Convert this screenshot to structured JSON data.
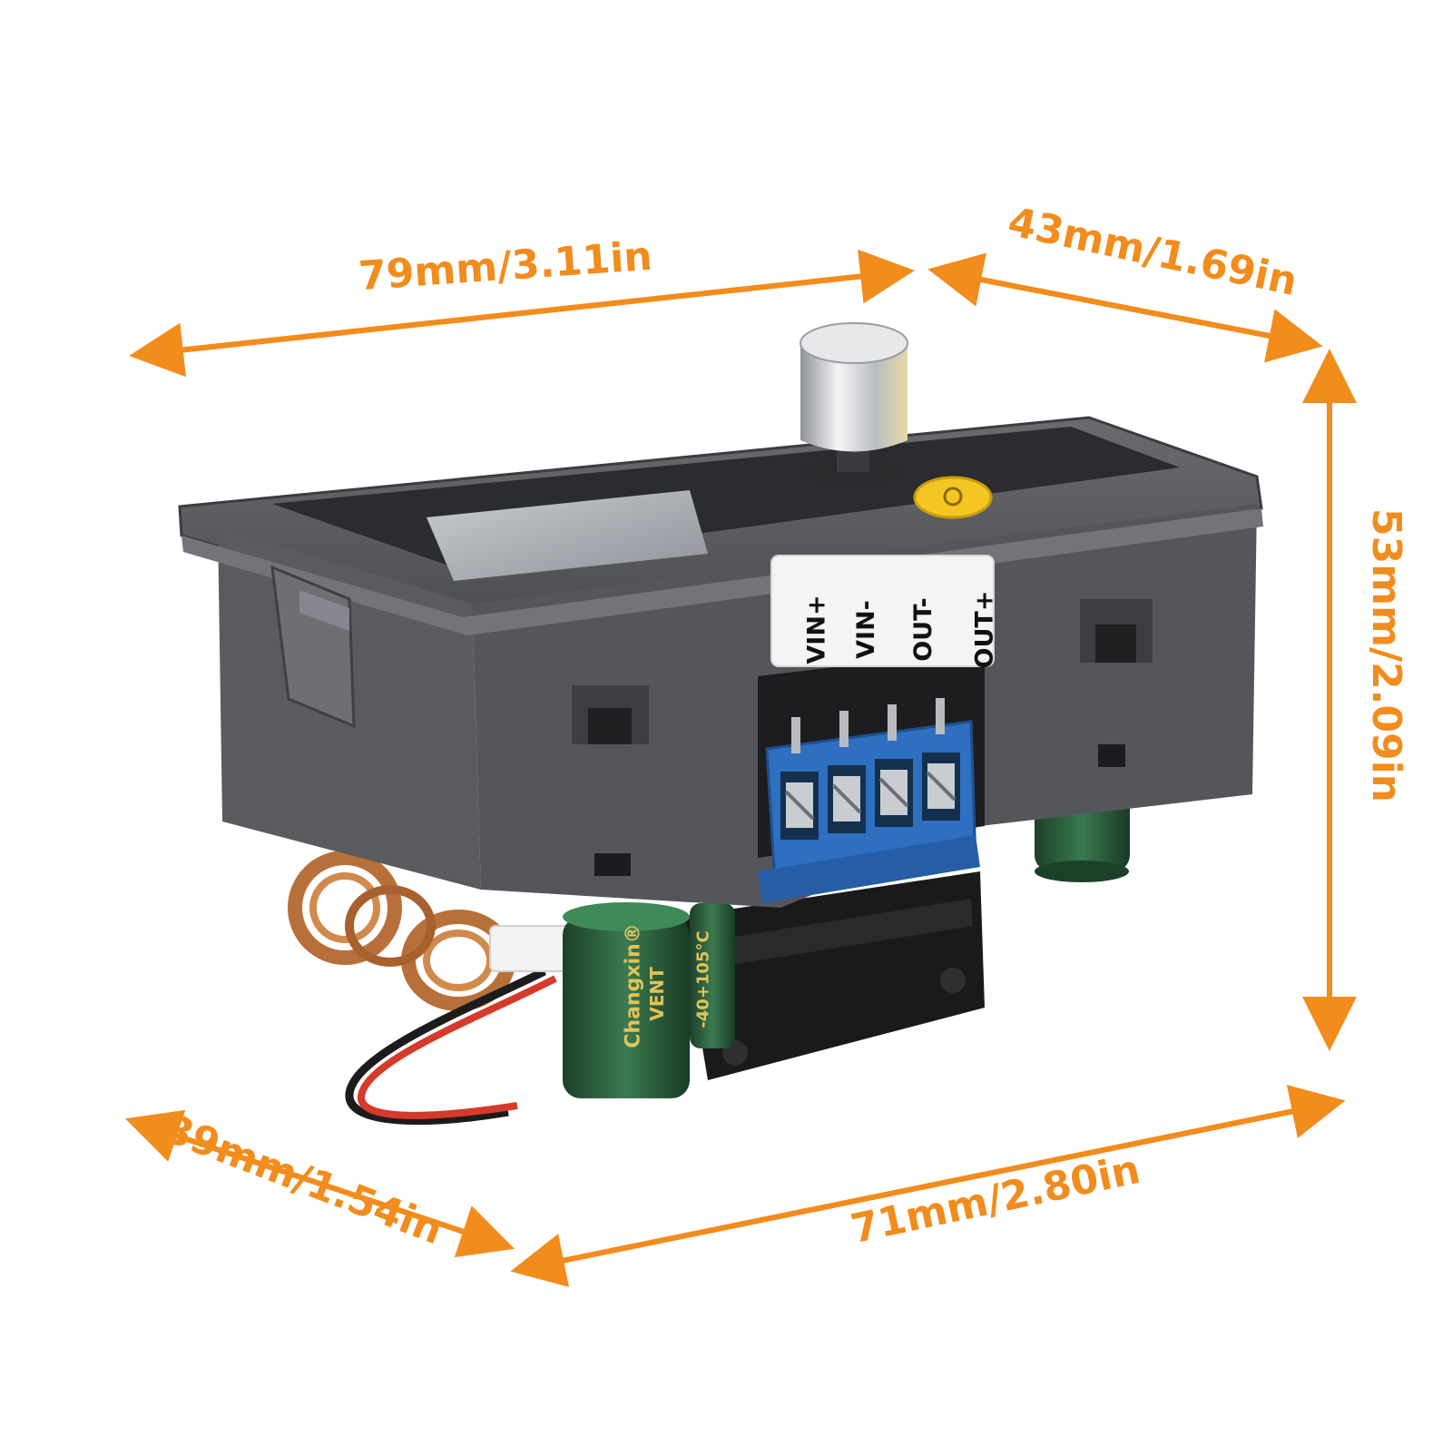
{
  "dimensions": {
    "top_width": "79mm/3.11in",
    "top_depth": "43mm/1.69in",
    "height": "53mm/2.09in",
    "bottom_depth": "39mm/1.54in",
    "bottom_width": "71mm/2.80in"
  },
  "terminals": [
    "VIN+",
    "VIN-",
    "OUT-",
    "OUT+"
  ],
  "capacitor": {
    "brand": "Changxin®",
    "vent": "VENT",
    "temp": "-40+105°C"
  },
  "colors": {
    "accent": "#f28c1c",
    "housing": "#5c5d62",
    "housing_dark": "#45464a",
    "terminal_block": "#2f6fc0",
    "capacitor": "#2b5a3a",
    "knob": "#cfd2d6",
    "power_button": "#f3c623"
  }
}
